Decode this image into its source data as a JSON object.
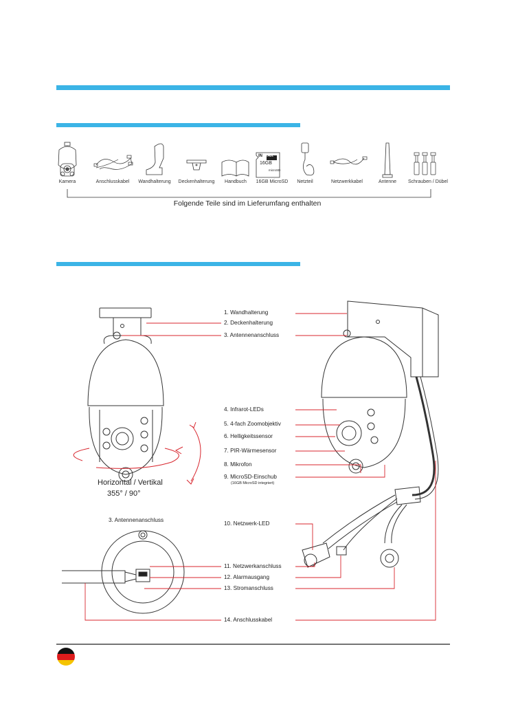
{
  "parts": [
    {
      "label": "Kamera",
      "icon": "camera-icon"
    },
    {
      "label": "Anschlusskabel",
      "icon": "connection-cable-icon"
    },
    {
      "label": "Wandhalterung",
      "icon": "wall-mount-icon"
    },
    {
      "label": "Deckenhalterung",
      "icon": "ceiling-mount-icon"
    },
    {
      "label": "Handbuch",
      "icon": "manual-icon"
    },
    {
      "label": "16GB MicroSD",
      "icon": "microsd-card-icon"
    },
    {
      "label": "Netzteil",
      "icon": "power-adapter-icon"
    },
    {
      "label": "Netzwerkkabel",
      "icon": "network-cable-icon"
    },
    {
      "label": "Antenne",
      "icon": "antenna-icon"
    },
    {
      "label": "Schrauben / Dübel",
      "icon": "screws-icon"
    }
  ],
  "sd_card": {
    "brand_in": "IN",
    "brand_star": "STAR",
    "capacity": "16GB",
    "type": "microSD"
  },
  "delivery_caption": "Folgende Teile sind im Lieferumfang enthalten",
  "rotation": {
    "label": "Horizontal / Vertikal",
    "value": "355° / 90°"
  },
  "top_label": "3. Antennenanschluss",
  "callouts": [
    {
      "text": "1. Wandhalterung"
    },
    {
      "text": "2. Deckenhalterung"
    },
    {
      "text": "3. Antennenanschluss"
    },
    {
      "text": "4. Infrarot-LEDs"
    },
    {
      "text": "5. 4-fach Zoomobjektiv"
    },
    {
      "text": "6. Helligkeitssensor"
    },
    {
      "text": "7. PIR-Wärmesensor"
    },
    {
      "text": "8. Mikrofon"
    },
    {
      "text": "9. MicroSD-Einschub",
      "sub": "(16GB MicroSD integriert)"
    },
    {
      "text": "10. Netzwerk-LED"
    },
    {
      "text": "11. Netzwerkanschluss"
    },
    {
      "text": "12. Alarmausgang"
    },
    {
      "text": "13. Stromanschluss"
    },
    {
      "text": "14. Anschlusskabel"
    }
  ],
  "colors": {
    "accent": "#3bb4e6",
    "callout": "#d8262e"
  },
  "flag": "germany-flag-icon"
}
